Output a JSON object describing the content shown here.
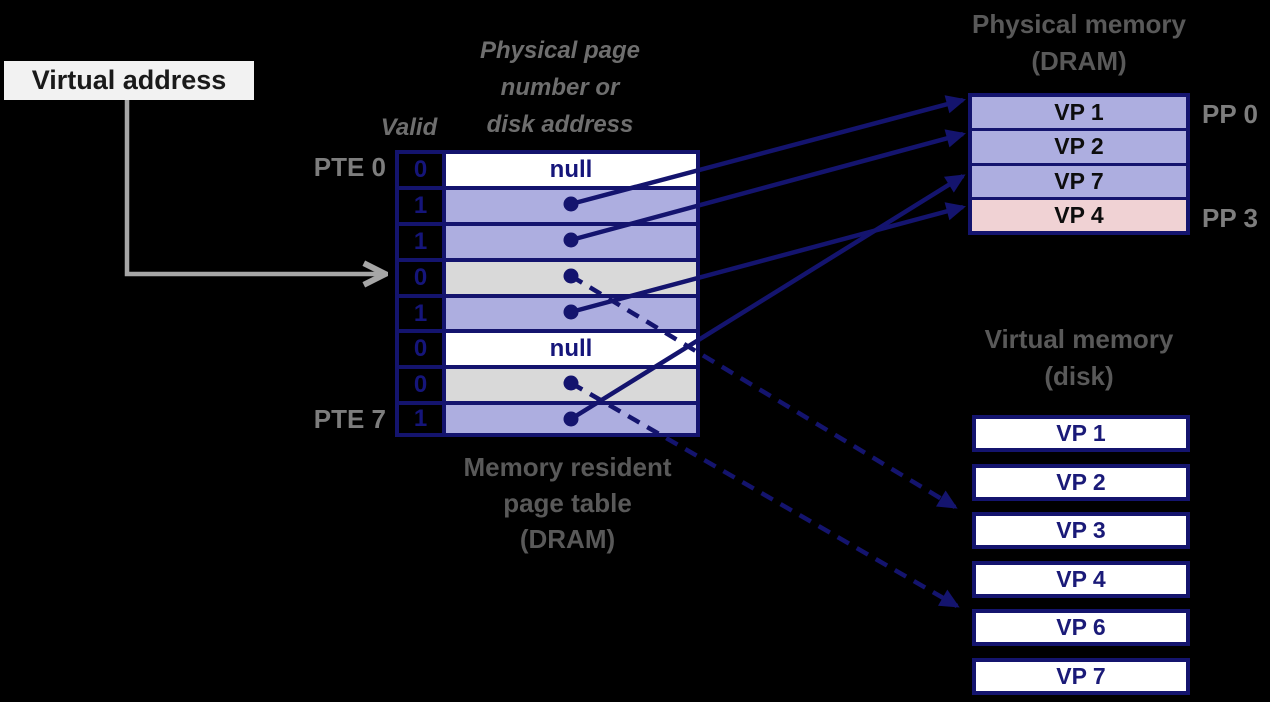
{
  "virtual_address": {
    "label": "Virtual address"
  },
  "page_table": {
    "ppn_header_lines": [
      "Physical page",
      "number or",
      "disk address"
    ],
    "valid_header": "Valid",
    "pte_first_label": "PTE 0",
    "pte_last_label": "PTE 7",
    "caption_lines": [
      "Memory resident",
      "page table",
      "(DRAM)"
    ],
    "rows": [
      {
        "valid": "0",
        "content": "null",
        "fill": "#ffffff"
      },
      {
        "valid": "1",
        "content": "",
        "fill": "#adaee0"
      },
      {
        "valid": "1",
        "content": "",
        "fill": "#adaee0"
      },
      {
        "valid": "0",
        "content": "",
        "fill": "#d9d9d9"
      },
      {
        "valid": "1",
        "content": "",
        "fill": "#adaee0"
      },
      {
        "valid": "0",
        "content": "null",
        "fill": "#ffffff"
      },
      {
        "valid": "0",
        "content": "",
        "fill": "#d9d9d9"
      },
      {
        "valid": "1",
        "content": "",
        "fill": "#adaee0"
      }
    ]
  },
  "physical_memory": {
    "title_lines": [
      "Physical memory",
      "(DRAM)"
    ],
    "rows": [
      {
        "label": "VP 1",
        "fill": "#adaee0"
      },
      {
        "label": "VP 2",
        "fill": "#adaee0"
      },
      {
        "label": "VP 7",
        "fill": "#adaee0"
      },
      {
        "label": "VP 4",
        "fill": "#f0d2d4"
      }
    ],
    "pp_first_label": "PP 0",
    "pp_last_label": "PP 3"
  },
  "virtual_memory": {
    "title_lines": [
      "Virtual memory",
      "(disk)"
    ],
    "pages": [
      "VP 1",
      "VP 2",
      "VP 3",
      "VP 4",
      "VP 6",
      "VP 7"
    ]
  },
  "arrows": {
    "virtual_address_arrow_target": "PTE 3",
    "memory_resident_solid": [
      {
        "from": "PTE 1",
        "to": "VP 1"
      },
      {
        "from": "PTE 2",
        "to": "VP 2"
      },
      {
        "from": "PTE 4",
        "to": "VP 4"
      },
      {
        "from": "PTE 7",
        "to": "VP 7"
      }
    ],
    "disk_dashed": [
      {
        "from": "PTE 3",
        "to": "VP 3"
      },
      {
        "from": "PTE 6",
        "to": "VP 6"
      }
    ]
  },
  "colors": {
    "background": "#000000",
    "navy": "#14146e",
    "navy_text": "#15157a",
    "lavender": "#adaee0",
    "gray_row": "#d9d9d9",
    "pink": "#f0d2d4",
    "white_row": "#ffffff",
    "title_gray": "#595959",
    "header_gray": "#6e6e6e",
    "side_label_gray": "#7d7d7d",
    "arrow_gray": "#a6a6a6",
    "va_box_bg": "#f2f2f2"
  }
}
